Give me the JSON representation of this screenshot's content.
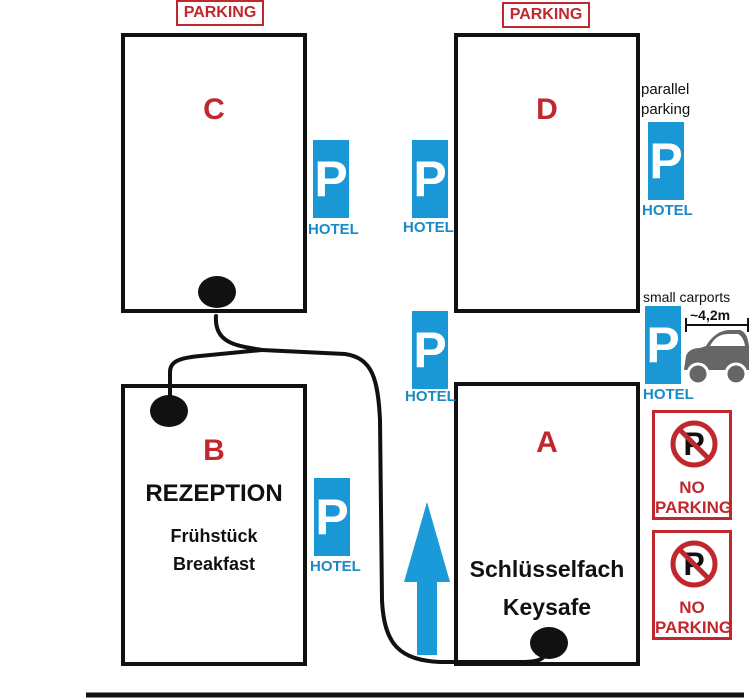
{
  "banners": {
    "left": "PARKING",
    "right": "PARKING"
  },
  "buildings": {
    "c": {
      "letter": "C"
    },
    "d": {
      "letter": "D"
    },
    "b": {
      "letter": "B",
      "title": "REZEPTION",
      "line1": "Frühstück",
      "line2": "Breakfast"
    },
    "a": {
      "letter": "A",
      "line1": "Schlüsselfach",
      "line2": "Keysafe"
    }
  },
  "parking_signs": {
    "symbol": "P",
    "label": "HOTEL"
  },
  "notes": {
    "parallel_line1": "parallel",
    "parallel_line2": "parking",
    "carports": "small carports",
    "carport_width": "~4,2m"
  },
  "no_parking": {
    "line1": "NO",
    "line2": "PARKING"
  },
  "colors": {
    "accent_red": "#c0282d",
    "sign_blue": "#1a98d6",
    "hotel_text": "#1a8ac6",
    "arrow_blue": "#1a9ad8",
    "car_gray": "#666666"
  }
}
